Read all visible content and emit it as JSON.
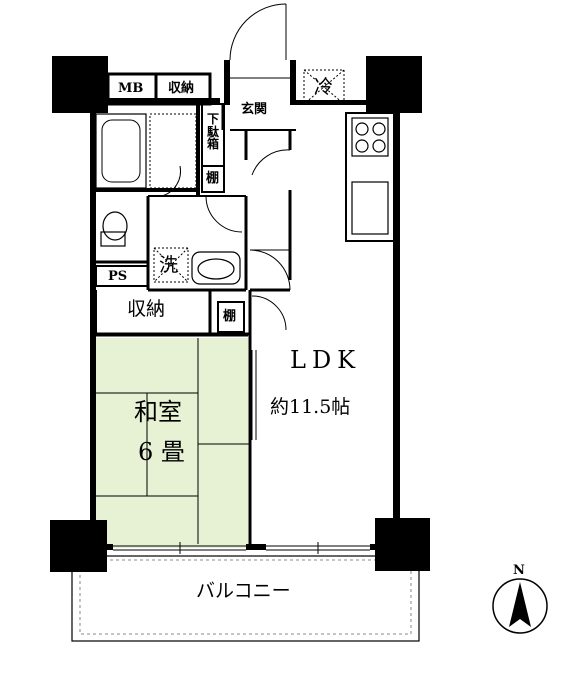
{
  "rooms": {
    "mb": "MB",
    "closet_top": "収納",
    "entrance": "玄関",
    "refrigerator": "冷",
    "shoe_box": "下駄箱",
    "shelf_1": "棚",
    "shelf_2": "棚",
    "washer": "洗",
    "ps": "PS",
    "closet_main": "収納",
    "ldk": "LDK",
    "ldk_size": "約11.5帖",
    "washitsu": "和室",
    "washitsu_size": "6 畳",
    "balcony": "バルコニー"
  },
  "compass": {
    "label": "N"
  },
  "colors": {
    "tatami": "#e6f2d3",
    "wall": "#000000",
    "background": "#ffffff"
  }
}
